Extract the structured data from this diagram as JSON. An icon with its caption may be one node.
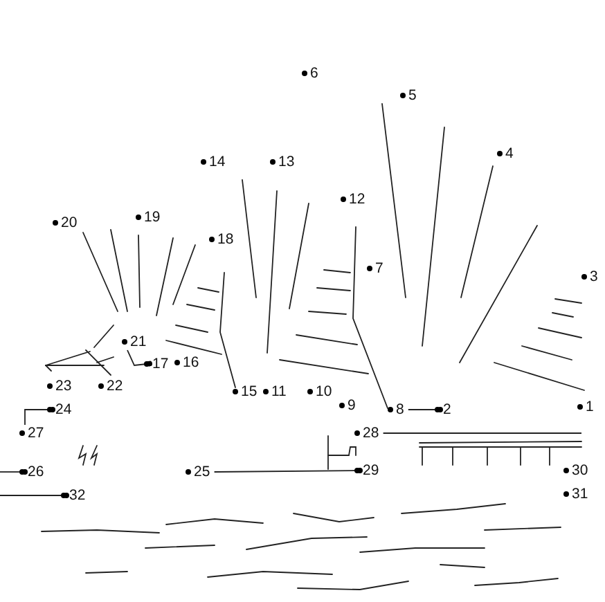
{
  "diagram": {
    "nodes": [
      {
        "text": [
          "1"
        ]
      },
      {
        "text": [
          "2"
        ]
      },
      {
        "text": [
          "3"
        ]
      },
      {
        "text": [
          "4"
        ]
      },
      {
        "text": [
          "5"
        ]
      },
      {
        "text": [
          "6"
        ]
      },
      {
        "text": [
          "7"
        ]
      },
      {
        "text": [
          "8"
        ]
      },
      {
        "text": [
          "9"
        ]
      },
      {
        "text": [
          "10"
        ]
      },
      {
        "text": [
          "11"
        ]
      },
      {
        "text": [
          "12"
        ]
      },
      {
        "text": [
          "13"
        ]
      },
      {
        "text": [
          "14"
        ]
      },
      {
        "text": [
          "15"
        ]
      },
      {
        "text": [
          "16"
        ]
      },
      {
        "text": [
          "17"
        ]
      },
      {
        "text": [
          "18"
        ]
      },
      {
        "text": [
          "19"
        ]
      },
      {
        "text": [
          "20"
        ]
      },
      {
        "text": [
          "21"
        ]
      },
      {
        "text": [
          "22"
        ]
      },
      {
        "text": [
          "23"
        ]
      },
      {
        "text": [
          "24"
        ]
      },
      {
        "text": [
          "25"
        ]
      },
      {
        "text": [
          "26"
        ]
      },
      {
        "text": [
          "27"
        ]
      },
      {
        "text": [
          "28"
        ]
      },
      {
        "text": [
          "29"
        ]
      },
      {
        "text": [
          "30"
        ]
      },
      {
        "text": [
          "31"
        ]
      },
      {
        "text": [
          "32"
        ]
      }
    ],
    "edges": [
      {
        "from": 7,
        "to": 1,
        "arrow": "other"
      },
      {
        "from": 16,
        "to": 20,
        "arrow": "other"
      },
      {
        "from": 23,
        "to": 26,
        "arrow": "other"
      },
      {
        "from": 24,
        "to": 28,
        "arrow": "other"
      },
      {
        "from": 27,
        "to": null,
        "arrow": "none"
      },
      {
        "from": null,
        "to": 25,
        "arrow": "other"
      },
      {
        "from": null,
        "to": 31,
        "arrow": "other"
      }
    ]
  }
}
